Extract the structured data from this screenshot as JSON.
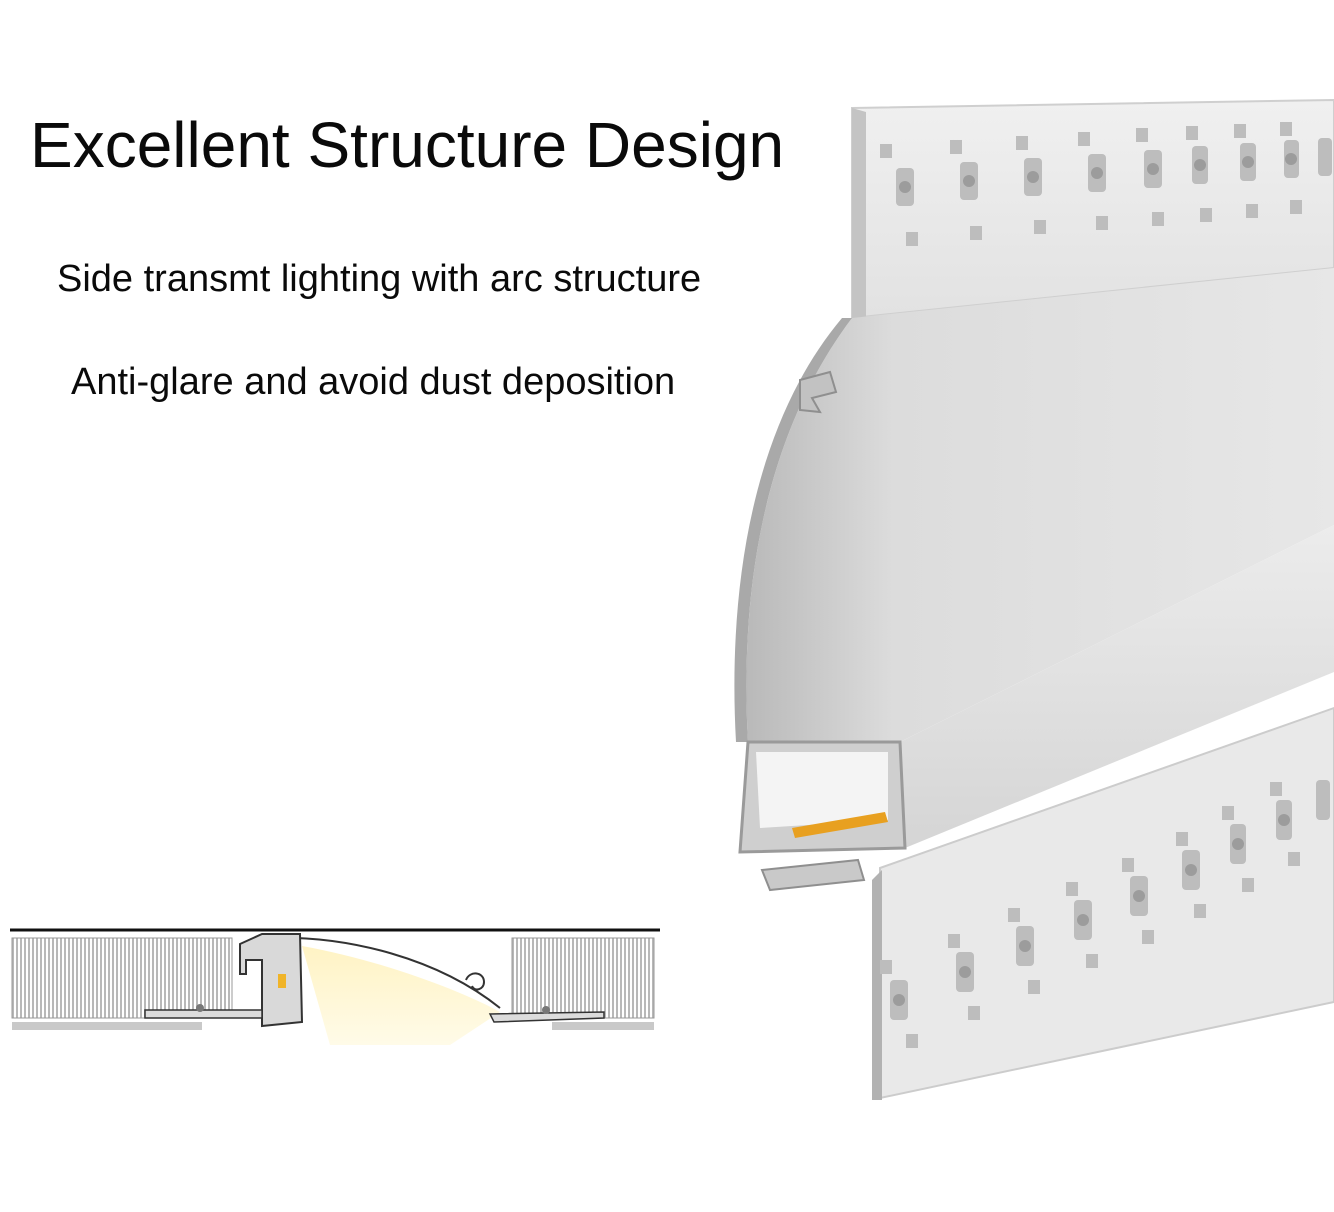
{
  "header": {
    "title": "Excellent Structure Design"
  },
  "features": [
    {
      "text": "Side transmt lighting with arc structure"
    },
    {
      "text": "Anti-glare and avoid dust deposition"
    }
  ],
  "colors": {
    "text": "#0a0a0a",
    "aluminum_light": "#ebebeb",
    "aluminum_mid": "#d6d6d6",
    "aluminum_dark": "#a9a9a9",
    "light_beam": "#fff6cf",
    "led_chip": "#e8a020"
  },
  "illustrations": {
    "profile_render": "aluminum-led-profile-render",
    "cross_section": "installation-cross-section-drawing"
  }
}
